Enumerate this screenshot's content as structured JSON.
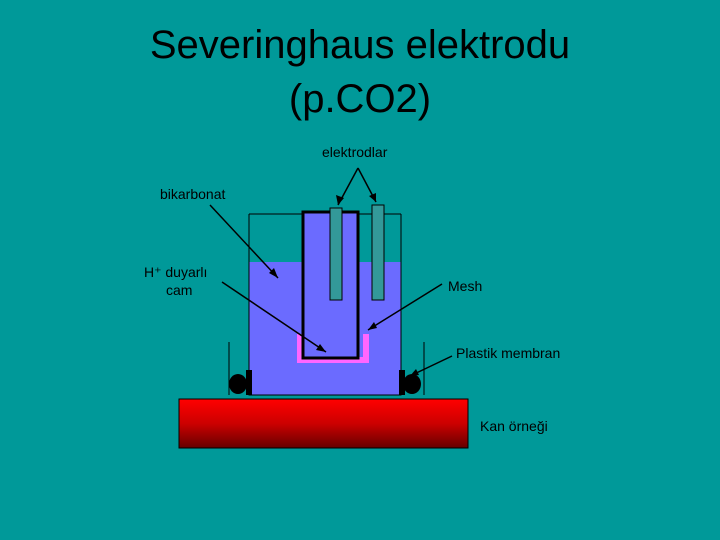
{
  "slide": {
    "title_line1": "Severinghaus elektrodu",
    "title_line2": "(p.CO2)",
    "background_color": "#009999"
  },
  "labels": {
    "electrodes": "elektrodlar",
    "bicarbonate": "bikarbonat",
    "glass_line1": "H⁺ duyarlı",
    "glass_line2": "cam",
    "mesh": "Mesh",
    "membrane": "Plastik membran",
    "blood_sample": "Kan örneği"
  },
  "colors": {
    "solution": "#6b6bff",
    "electrode": "#339999",
    "membrane": "#ff66ff",
    "blood": "#cc0000"
  }
}
